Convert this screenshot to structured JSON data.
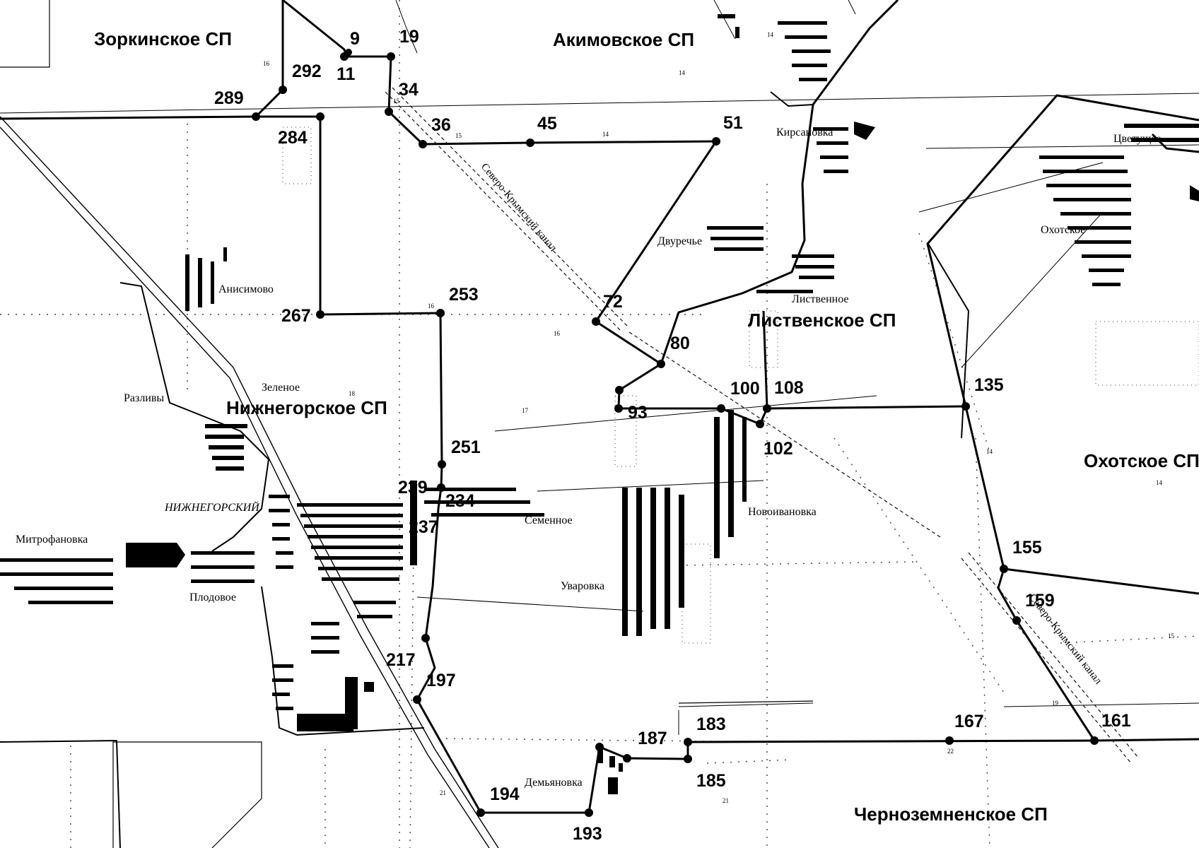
{
  "regions": [
    {
      "id": "zorkinskoe",
      "label": "Зоркинское СП"
    },
    {
      "id": "akimovskoe",
      "label": "Акимовское СП"
    },
    {
      "id": "nizhnegorskoe",
      "label": "Нижнегорское СП"
    },
    {
      "id": "listvenskoe",
      "label": "Лиственское СП"
    },
    {
      "id": "okhotskoe",
      "label": "Охотское СП"
    },
    {
      "id": "chernozemnenskoe",
      "label": "Черноземненское СП"
    }
  ],
  "settlements": [
    {
      "id": "anisimovo",
      "label": "Анисимово"
    },
    {
      "id": "zelenoe",
      "label": "Зеленое"
    },
    {
      "id": "razlivy",
      "label": "Разливы"
    },
    {
      "id": "nizhnegorsky",
      "label": "НИЖНЕГОРСКИЙ"
    },
    {
      "id": "mitrofanovka",
      "label": "Митрофановка"
    },
    {
      "id": "plodovoe",
      "label": "Плодовое"
    },
    {
      "id": "semennoe",
      "label": "Семенное"
    },
    {
      "id": "uvarovka",
      "label": "Уваровка"
    },
    {
      "id": "novoivanovka",
      "label": "Новоивановка"
    },
    {
      "id": "listvennoe",
      "label": "Лиственное"
    },
    {
      "id": "dvurechye",
      "label": "Двуречье"
    },
    {
      "id": "kirsanovka",
      "label": "Кирсановка"
    },
    {
      "id": "tsvetushchee",
      "label": "Цветущее"
    },
    {
      "id": "okhotskoe_v",
      "label": "Охотское"
    },
    {
      "id": "demyanovka",
      "label": "Демьяновка"
    }
  ],
  "canal_label": "Северо-Крымский канал",
  "points": [
    {
      "id": "p9",
      "label": "9"
    },
    {
      "id": "p11",
      "label": "11"
    },
    {
      "id": "p19",
      "label": "19"
    },
    {
      "id": "p34",
      "label": "34"
    },
    {
      "id": "p36",
      "label": "36"
    },
    {
      "id": "p45",
      "label": "45"
    },
    {
      "id": "p51",
      "label": "51"
    },
    {
      "id": "p72",
      "label": "72"
    },
    {
      "id": "p80",
      "label": "80"
    },
    {
      "id": "p93",
      "label": "93"
    },
    {
      "id": "p100",
      "label": "100"
    },
    {
      "id": "p102",
      "label": "102"
    },
    {
      "id": "p108",
      "label": "108"
    },
    {
      "id": "p135",
      "label": "135"
    },
    {
      "id": "p155",
      "label": "155"
    },
    {
      "id": "p159",
      "label": "159"
    },
    {
      "id": "p161",
      "label": "161"
    },
    {
      "id": "p167",
      "label": "167"
    },
    {
      "id": "p183",
      "label": "183"
    },
    {
      "id": "p185",
      "label": "185"
    },
    {
      "id": "p187",
      "label": "187"
    },
    {
      "id": "p193",
      "label": "193"
    },
    {
      "id": "p194",
      "label": "194"
    },
    {
      "id": "p197",
      "label": "197"
    },
    {
      "id": "p217",
      "label": "217"
    },
    {
      "id": "p234",
      "label": "234"
    },
    {
      "id": "p237",
      "label": "237"
    },
    {
      "id": "p239",
      "label": "239"
    },
    {
      "id": "p251",
      "label": "251"
    },
    {
      "id": "p253",
      "label": "253"
    },
    {
      "id": "p267",
      "label": "267"
    },
    {
      "id": "p284",
      "label": "284"
    },
    {
      "id": "p289",
      "label": "289"
    },
    {
      "id": "p292",
      "label": "292"
    }
  ],
  "small_numbers": [
    "16",
    "14",
    "14",
    "15",
    "15",
    "14",
    "16",
    "16",
    "17",
    "18",
    "14",
    "14",
    "15",
    "19",
    "22",
    "21",
    "21"
  ],
  "colors": {
    "ink": "#000000",
    "paper": "#ffffff",
    "grey": "#8a8a8a"
  }
}
